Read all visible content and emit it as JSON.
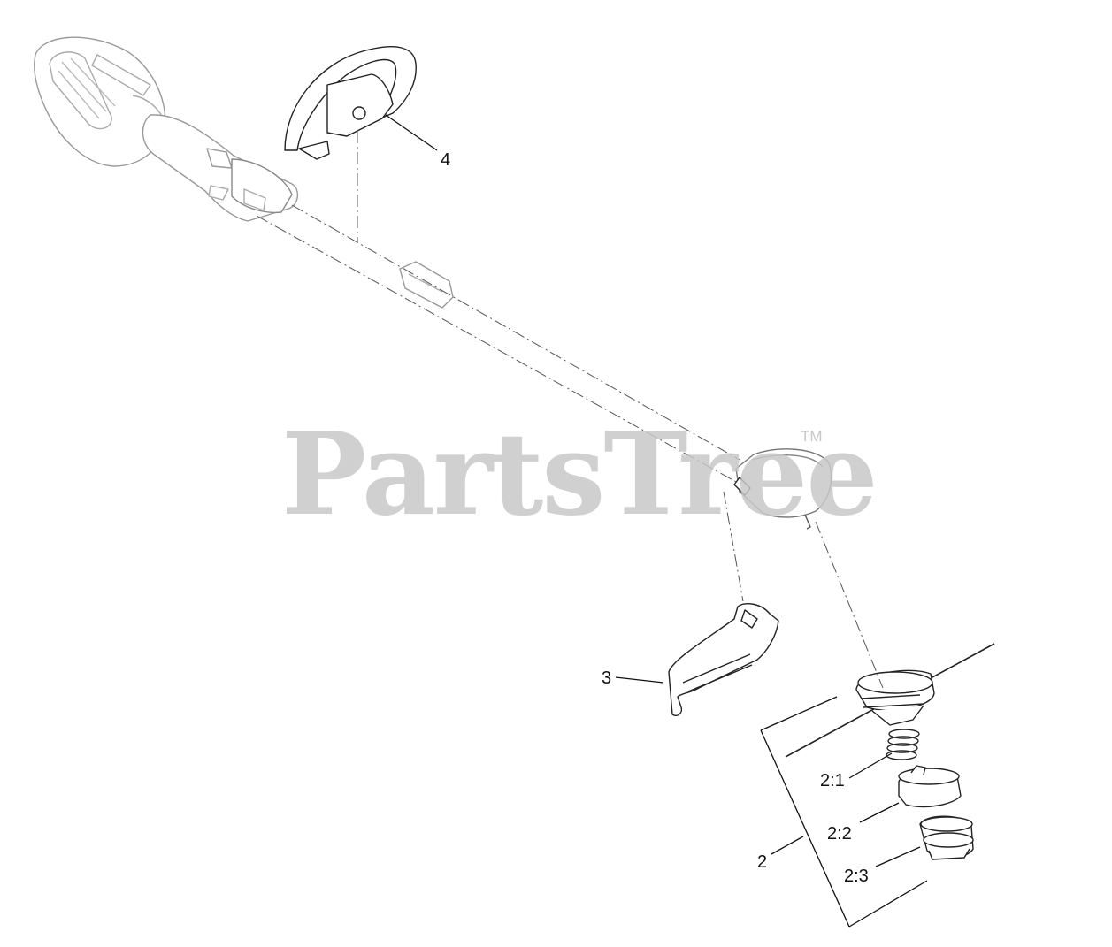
{
  "watermark": {
    "text": "PartsTree",
    "trademark": "TM"
  },
  "callouts": {
    "part_4": "4",
    "part_3": "3",
    "part_2": "2",
    "part_2_1": "2:1",
    "part_2_2": "2:2",
    "part_2_3": "2:3"
  },
  "colors": {
    "line": "#222222",
    "watermark": "#c8c8c8",
    "background": "#ffffff"
  }
}
